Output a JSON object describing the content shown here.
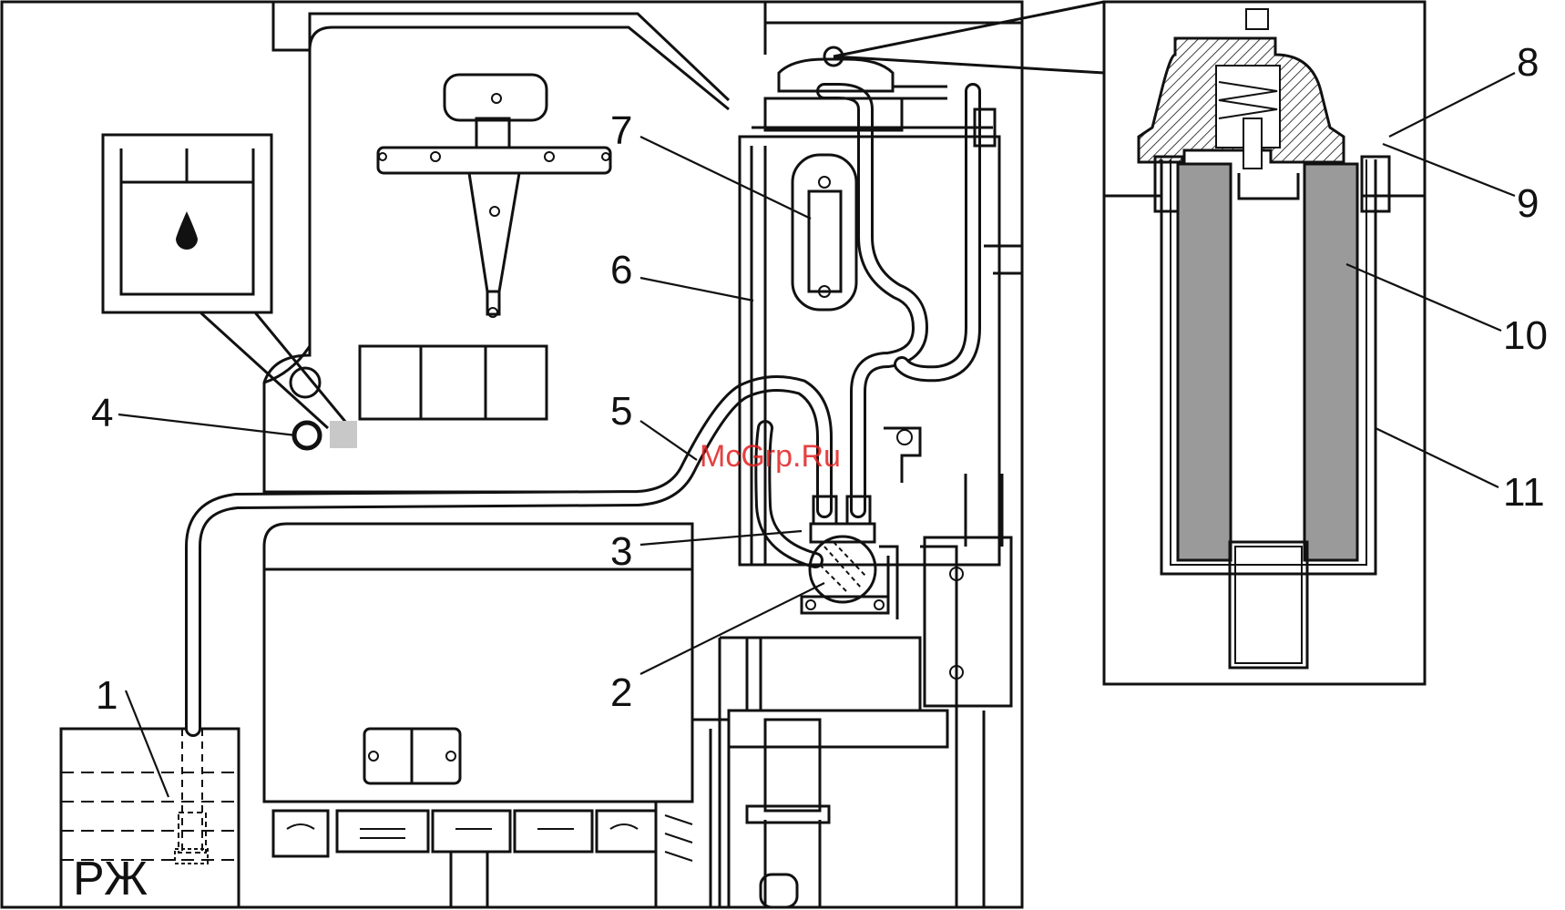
{
  "callouts": [
    {
      "id": "1",
      "text": "1"
    },
    {
      "id": "2",
      "text": "2"
    },
    {
      "id": "3",
      "text": "3"
    },
    {
      "id": "4",
      "text": "4"
    },
    {
      "id": "5",
      "text": "5"
    },
    {
      "id": "6",
      "text": "6"
    },
    {
      "id": "7",
      "text": "7"
    },
    {
      "id": "8",
      "text": "8"
    },
    {
      "id": "9",
      "text": "9"
    },
    {
      "id": "10",
      "text": "10"
    },
    {
      "id": "11",
      "text": "11"
    }
  ],
  "tank": {
    "label": "РЖ"
  },
  "watermark": "McGrp.Ru",
  "icons": {
    "reservoir_symbol": "fluid-drop-icon",
    "indicator": "ring-indicator-icon"
  },
  "colors": {
    "line": "#111111",
    "background": "#ffffff",
    "filter_element": "#9a9a9a",
    "indicator_box": "#c8c8c8",
    "watermark": "#e02020"
  }
}
